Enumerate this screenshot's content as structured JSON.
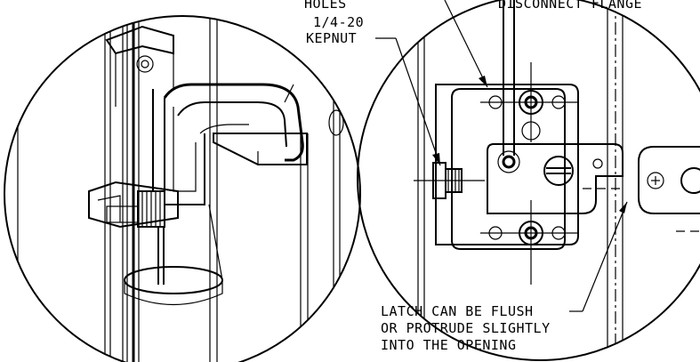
{
  "labels": {
    "holes_partial": "HOLES",
    "flange_partial": "DISCONNECT FLANGE",
    "kepnut_line1": "1/4-20",
    "kepnut_line2": "KEPNUT",
    "latch_line1": "LATCH CAN BE FLUSH",
    "latch_line2": "OR PROTRUDE SLIGHTLY",
    "latch_line3": "INTO THE OPENING"
  }
}
